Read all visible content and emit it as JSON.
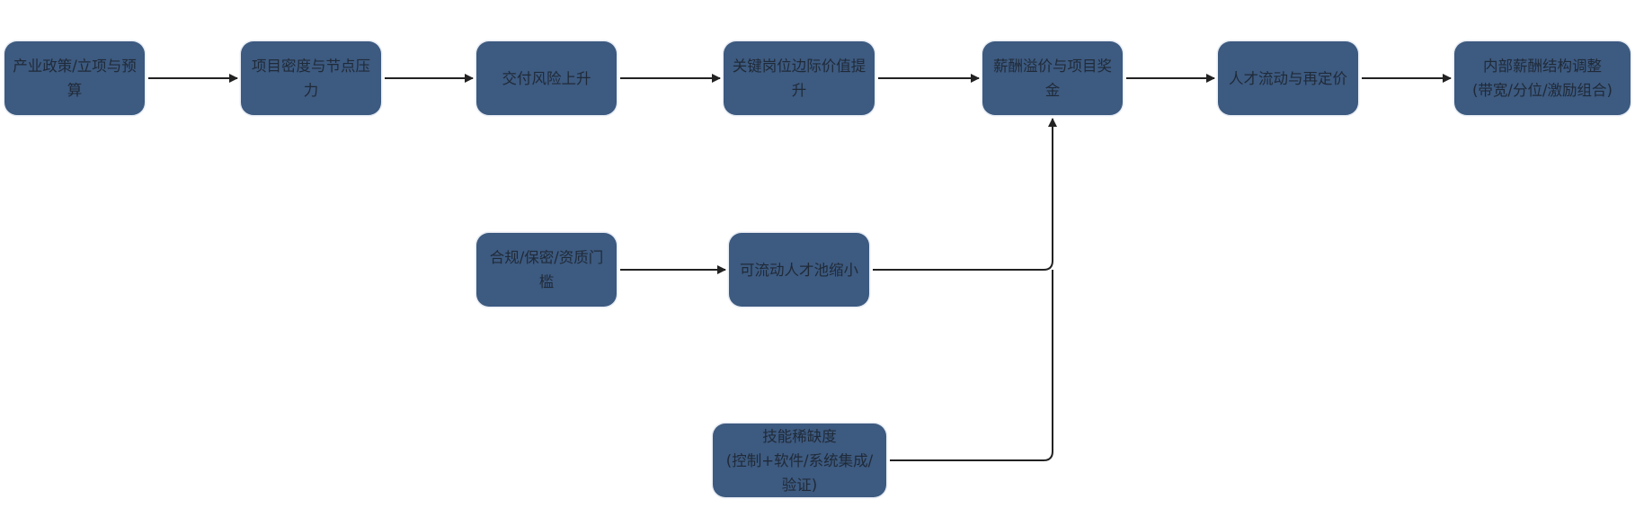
{
  "nodes": {
    "n1": "产业政策/立项与预\n算",
    "n2": "项目密度与节点压\n力",
    "n3": "交付风险上升",
    "n4": "关键岗位边际价值提\n升",
    "n5": "薪酬溢价与项目奖\n金",
    "n6": "人才流动与再定价",
    "n7": "内部薪酬结构调整\n(带宽/分位/激励组合)",
    "n8": "合规/保密/资质门\n槛",
    "n9": "可流动人才池缩小",
    "n10": "技能稀缺度\n(控制+软件/系统集成/\n验证)"
  },
  "edges": [
    {
      "from": "产业政策/立项与预算",
      "to": "项目密度与节点压力"
    },
    {
      "from": "项目密度与节点压力",
      "to": "交付风险上升"
    },
    {
      "from": "交付风险上升",
      "to": "关键岗位边际价值提升"
    },
    {
      "from": "关键岗位边际价值提升",
      "to": "薪酬溢价与项目奖金"
    },
    {
      "from": "薪酬溢价与项目奖金",
      "to": "人才流动与再定价"
    },
    {
      "from": "人才流动与再定价",
      "to": "内部薪酬结构调整"
    },
    {
      "from": "合规/保密/资质门槛",
      "to": "可流动人才池缩小"
    },
    {
      "from": "可流动人才池缩小",
      "to": "薪酬溢价与项目奖金"
    },
    {
      "from": "技能稀缺度",
      "to": "薪酬溢价与项目奖金"
    }
  ],
  "colors": {
    "node_fill": "#3d5a80",
    "node_text": "#1f2a38",
    "edge": "#222222"
  }
}
